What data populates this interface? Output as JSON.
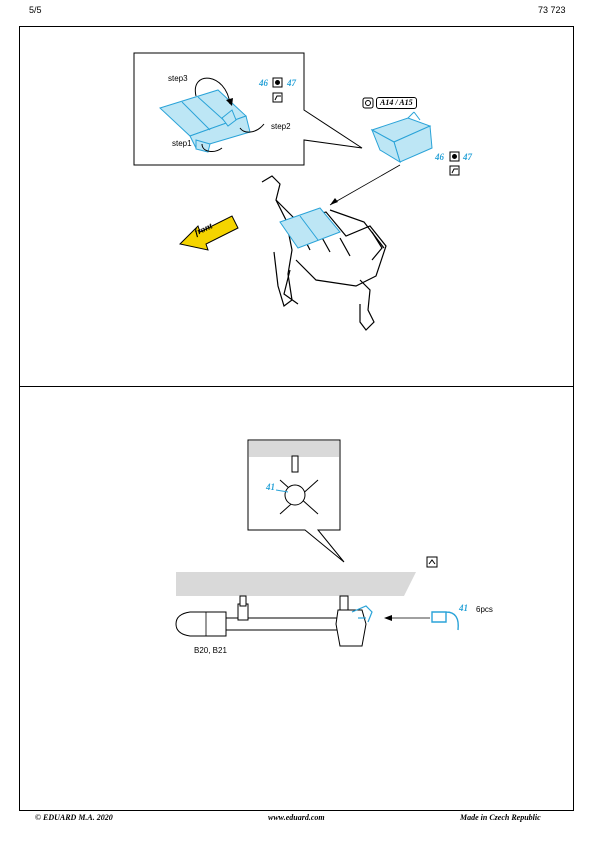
{
  "header": {
    "page": "5/5",
    "kit_number": "73 723"
  },
  "top_section": {
    "inset_labels": {
      "step3": "step3",
      "step2": "step2",
      "step1": "step1"
    },
    "parts": {
      "p46_inset": "46",
      "p47_inset": "47",
      "p46_main": "46",
      "p47_main": "47"
    },
    "plastic_ref": "A14 / A15",
    "front_arrow": "front"
  },
  "bottom_section": {
    "part41_inset": "41",
    "part41_main": "41",
    "quantity": "6pcs",
    "bomb_label": "B20, B21"
  },
  "footer": {
    "copyright": "© EDUARD  M.A. 2020",
    "website": "www.eduard.com",
    "origin": "Made in Czech Republic"
  },
  "colors": {
    "part_blue": "#2aa3d8",
    "part_fill": "#bde6f5",
    "grey_panel": "#d9d9d9",
    "arrow_yellow": "#f5d400"
  },
  "icons": [
    "bend-icon",
    "glue-icon",
    "plastic-part-icon",
    "fold-icon"
  ]
}
